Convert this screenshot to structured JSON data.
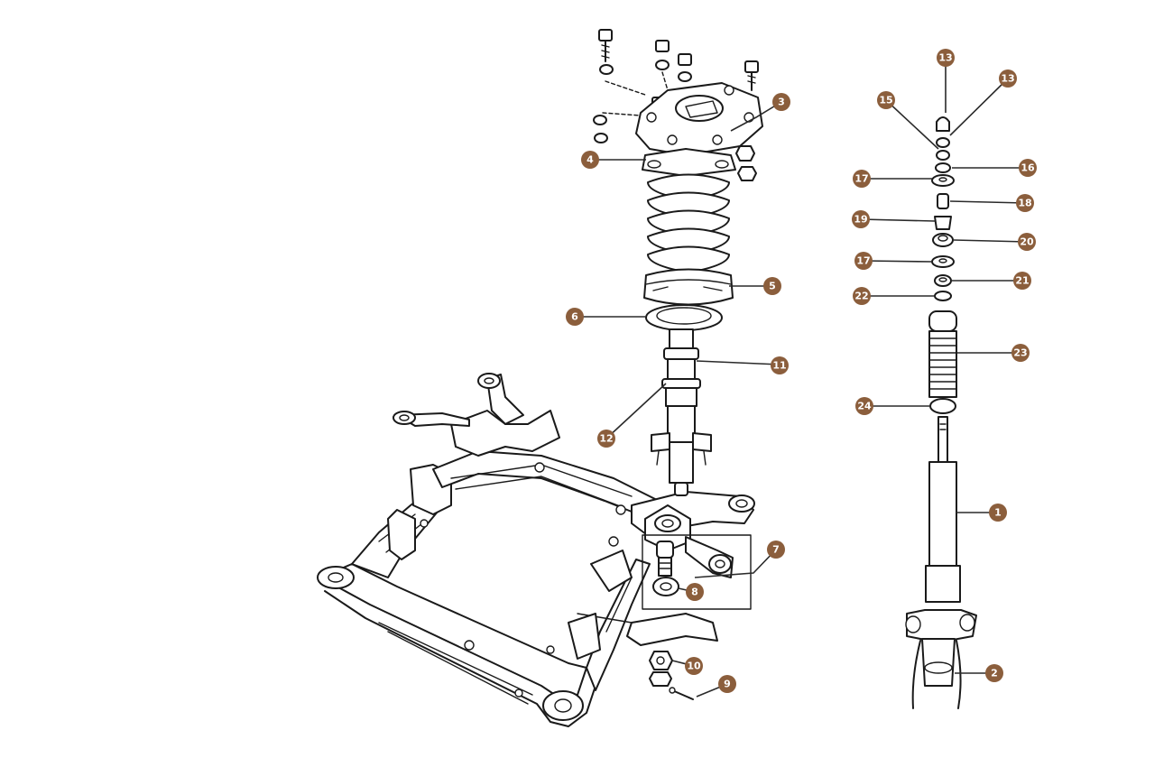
{
  "callouts": [
    {
      "id": "c1",
      "label": "1"
    },
    {
      "id": "c2",
      "label": "2"
    },
    {
      "id": "c3",
      "label": "3"
    },
    {
      "id": "c4",
      "label": "4"
    },
    {
      "id": "c5",
      "label": "5"
    },
    {
      "id": "c6",
      "label": "6"
    },
    {
      "id": "c7",
      "label": "7"
    },
    {
      "id": "c8",
      "label": "8"
    },
    {
      "id": "c9",
      "label": "9"
    },
    {
      "id": "c10",
      "label": "10"
    },
    {
      "id": "c11",
      "label": "11"
    },
    {
      "id": "c12",
      "label": "12"
    },
    {
      "id": "c13a",
      "label": "13"
    },
    {
      "id": "c13b",
      "label": "13"
    },
    {
      "id": "c15",
      "label": "15"
    },
    {
      "id": "c16",
      "label": "16"
    },
    {
      "id": "c17a",
      "label": "17"
    },
    {
      "id": "c17b",
      "label": "17"
    },
    {
      "id": "c18",
      "label": "18"
    },
    {
      "id": "c19",
      "label": "19"
    },
    {
      "id": "c20",
      "label": "20"
    },
    {
      "id": "c21",
      "label": "21"
    },
    {
      "id": "c22",
      "label": "22"
    },
    {
      "id": "c23",
      "label": "23"
    },
    {
      "id": "c24",
      "label": "24"
    }
  ],
  "colors": {
    "badge": "#8b5e3c",
    "line": "#1a1a1a",
    "background": "#ffffff"
  }
}
